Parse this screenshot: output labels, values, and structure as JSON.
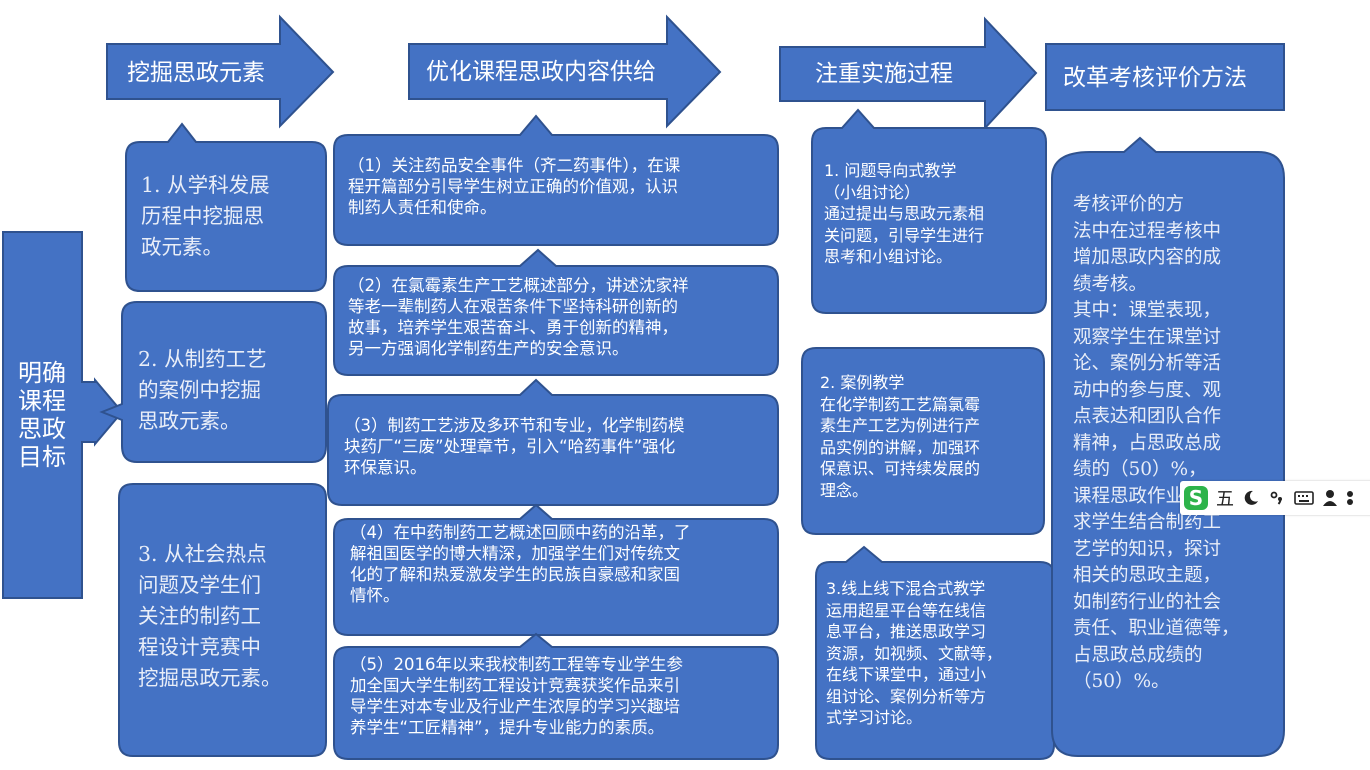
{
  "colors": {
    "box": "#4472c4",
    "border": "#2f528f",
    "ime_logo": "#2db34a"
  },
  "goal": {
    "text": "明确\n课程\n思政\n目标"
  },
  "steps": [
    {
      "label": "挖掘思政元素"
    },
    {
      "label": "优化课程思政内容供给"
    },
    {
      "label": "注重实施过程"
    },
    {
      "label": "改革考核评价方法"
    }
  ],
  "mining": [
    {
      "text": "1. 从学科发展\n历程中挖掘思\n政元素。"
    },
    {
      "text": "2. 从制药工艺\n的案例中挖掘\n思政元素。"
    },
    {
      "text": "3. 从社会热点\n问题及学生们\n关注的制药工\n程设计竞赛中\n挖掘思政元素。"
    }
  ],
  "content": [
    {
      "text": "（1）关注药品安全事件（齐二药事件），在课\n程开篇部分引导学生树立正确的价值观，认识\n制药人责任和使命。"
    },
    {
      "text": "（2）在氯霉素生产工艺概述部分，讲述沈家祥\n等老一辈制药人在艰苦条件下坚持科研创新的\n故事，培养学生艰苦奋斗、勇于创新的精神，\n另一方强调化学制药生产的安全意识。"
    },
    {
      "text": "（3）制药工艺涉及多环节和专业，化学制药模\n块药厂“三废”处理章节，引入“哈药事件”强化\n环保意识。"
    },
    {
      "text": "（4）在中药制药工艺概述回顾中药的沿革，了\n解祖国医学的博大精深，加强学生们对传统文\n化的了解和热爱激发学生的民族自豪感和家国\n情怀。"
    },
    {
      "text": "（5）2016年以来我校制药工程等专业学生参\n加全国大学生制药工程设计竞赛获奖作品来引\n导学生对本专业及行业产生浓厚的学习兴趣培\n养学生“工匠精神”，提升专业能力的素质。"
    }
  ],
  "process": [
    {
      "text": "1. 问题导向式教学\n（小组讨论）\n通过提出与思政元素相\n关问题，引导学生进行\n思考和小组讨论。"
    },
    {
      "text": "2. 案例教学\n在化学制药工艺篇氯霉\n素生产工艺为例进行产\n品实例的讲解，加强环\n保意识、可持续发展的\n理念。"
    },
    {
      "text": "3.线上线下混合式教学\n运用超星平台等在线信\n息平台，推送思政学习\n资源，如视频、文献等，\n在线下课堂中，通过小\n组讨论、案例分析等方\n式学习讨论。"
    }
  ],
  "assessment": {
    "text": "   考核评价的方\n法中在过程考核中\n增加思政内容的成\n绩考核。\n   其中：课堂表现，\n观察学生在课堂讨\n论、案例分析等活\n动中的参与度、观\n点表达和团队合作\n精神，占思政总成\n绩的（50）%，\n课程思政作业要\n求学生结合制药工\n艺学的知识，探讨\n相关的思政主题，\n如制药行业的社会\n责任、职业道德等，\n占思政总成绩的\n（50）%。"
  },
  "ime_toolbar": {
    "logo": "S",
    "mode": "五",
    "icons": [
      "moon-icon",
      "punctuation-icon",
      "keyboard-icon",
      "user-icon",
      "grid-icon"
    ]
  }
}
